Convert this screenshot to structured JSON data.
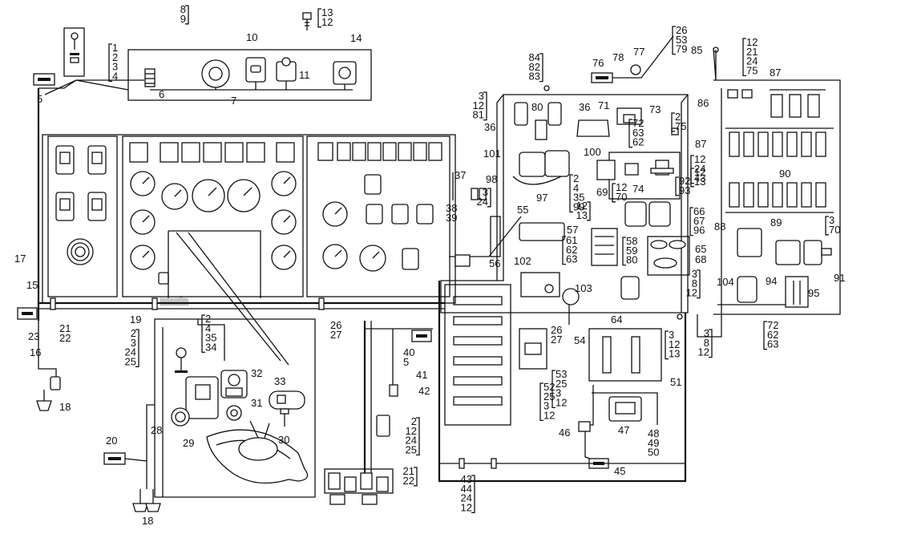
{
  "watermark": "mazin",
  "callouts": [
    {
      "id": "c1",
      "lines": [
        "1",
        "2",
        "3",
        "4"
      ]
    },
    {
      "id": "c5",
      "lines": [
        "5"
      ]
    },
    {
      "id": "c6",
      "lines": [
        "6"
      ]
    },
    {
      "id": "c7",
      "lines": [
        "7"
      ]
    },
    {
      "id": "c8",
      "lines": [
        "8",
        "9"
      ]
    },
    {
      "id": "c10",
      "lines": [
        "10"
      ]
    },
    {
      "id": "c11",
      "lines": [
        "11"
      ]
    },
    {
      "id": "c13",
      "lines": [
        "13",
        "12"
      ]
    },
    {
      "id": "c14",
      "lines": [
        "14"
      ]
    },
    {
      "id": "c15",
      "lines": [
        "15"
      ]
    },
    {
      "id": "c16",
      "lines": [
        "16"
      ]
    },
    {
      "id": "c17",
      "lines": [
        "17"
      ]
    },
    {
      "id": "c18a",
      "lines": [
        "18"
      ]
    },
    {
      "id": "c18b",
      "lines": [
        "18"
      ]
    },
    {
      "id": "c19",
      "lines": [
        "19"
      ]
    },
    {
      "id": "c20",
      "lines": [
        "20"
      ]
    },
    {
      "id": "c21a",
      "lines": [
        "21",
        "22"
      ]
    },
    {
      "id": "c23",
      "lines": [
        "23"
      ]
    },
    {
      "id": "c2a",
      "lines": [
        "2",
        "3",
        "24",
        "25"
      ]
    },
    {
      "id": "c2b",
      "lines": [
        "2",
        "4",
        "35",
        "34"
      ]
    },
    {
      "id": "c26a",
      "lines": [
        "26",
        "27"
      ]
    },
    {
      "id": "c28",
      "lines": [
        "28"
      ]
    },
    {
      "id": "c29",
      "lines": [
        "29"
      ]
    },
    {
      "id": "c30",
      "lines": [
        "30"
      ]
    },
    {
      "id": "c31",
      "lines": [
        "31"
      ]
    },
    {
      "id": "c32",
      "lines": [
        "32"
      ]
    },
    {
      "id": "c33",
      "lines": [
        "33"
      ]
    },
    {
      "id": "c37",
      "lines": [
        "37"
      ]
    },
    {
      "id": "c38",
      "lines": [
        "38",
        "39"
      ]
    },
    {
      "id": "c40",
      "lines": [
        "40",
        "5"
      ]
    },
    {
      "id": "c41",
      "lines": [
        "41"
      ]
    },
    {
      "id": "c42",
      "lines": [
        "42"
      ]
    },
    {
      "id": "c2c",
      "lines": [
        "2",
        "12",
        "24",
        "25"
      ]
    },
    {
      "id": "c21b",
      "lines": [
        "21",
        "22"
      ]
    },
    {
      "id": "c43",
      "lines": [
        "43",
        "44",
        "24",
        "12"
      ]
    },
    {
      "id": "c45",
      "lines": [
        "45"
      ]
    },
    {
      "id": "c46",
      "lines": [
        "46"
      ]
    },
    {
      "id": "c47",
      "lines": [
        "47"
      ]
    },
    {
      "id": "c48",
      "lines": [
        "48",
        "49",
        "50"
      ]
    },
    {
      "id": "c51",
      "lines": [
        "51"
      ]
    },
    {
      "id": "c3a",
      "lines": [
        "3",
        "12",
        "13"
      ]
    },
    {
      "id": "c52",
      "lines": [
        "52",
        "25",
        "3",
        "12"
      ]
    },
    {
      "id": "c53",
      "lines": [
        "53",
        "25",
        "3",
        "12"
      ]
    },
    {
      "id": "c54",
      "lines": [
        "54"
      ]
    },
    {
      "id": "c26b",
      "lines": [
        "26",
        "27"
      ]
    },
    {
      "id": "c55",
      "lines": [
        "55"
      ]
    },
    {
      "id": "c56",
      "lines": [
        "56"
      ]
    },
    {
      "id": "c3b",
      "lines": [
        "3",
        "24"
      ]
    },
    {
      "id": "c61",
      "lines": [
        "61",
        "62",
        "63"
      ]
    },
    {
      "id": "c102",
      "lines": [
        "102"
      ]
    },
    {
      "id": "c103",
      "lines": [
        "103"
      ]
    },
    {
      "id": "c12a",
      "lines": [
        "12",
        "13"
      ]
    },
    {
      "id": "c57",
      "lines": [
        "57"
      ]
    },
    {
      "id": "c58",
      "lines": [
        "58",
        "59",
        "80"
      ]
    },
    {
      "id": "c64",
      "lines": [
        "64"
      ]
    },
    {
      "id": "c65",
      "lines": [
        "65"
      ]
    },
    {
      "id": "c68",
      "lines": [
        "68"
      ]
    },
    {
      "id": "c66",
      "lines": [
        "66",
        "67",
        "96"
      ]
    },
    {
      "id": "c3c",
      "lines": [
        "3",
        "8",
        "12"
      ]
    },
    {
      "id": "c104",
      "lines": [
        "104"
      ]
    },
    {
      "id": "c3d",
      "lines": [
        "3",
        "8",
        "12"
      ]
    },
    {
      "id": "c72",
      "lines": [
        "72",
        "62",
        "63"
      ]
    },
    {
      "id": "c94",
      "lines": [
        "94"
      ]
    },
    {
      "id": "c95",
      "lines": [
        "95"
      ]
    },
    {
      "id": "c91",
      "lines": [
        "91"
      ]
    },
    {
      "id": "c88",
      "lines": [
        "88"
      ]
    },
    {
      "id": "c89",
      "lines": [
        "89"
      ]
    },
    {
      "id": "c3e",
      "lines": [
        "3",
        "70"
      ]
    },
    {
      "id": "c90",
      "lines": [
        "90"
      ]
    },
    {
      "id": "c87a",
      "lines": [
        "87"
      ]
    },
    {
      "id": "c87b",
      "lines": [
        "87"
      ]
    },
    {
      "id": "c12b",
      "lines": [
        "12",
        "24",
        "43"
      ]
    },
    {
      "id": "c12c",
      "lines": [
        "12",
        "13"
      ]
    },
    {
      "id": "c86",
      "lines": [
        "86"
      ]
    },
    {
      "id": "c85",
      "lines": [
        "85"
      ]
    },
    {
      "id": "c12d",
      "lines": [
        "12",
        "21",
        "24",
        "75"
      ]
    },
    {
      "id": "c26c",
      "lines": [
        "26",
        "53",
        "79"
      ]
    },
    {
      "id": "c78",
      "lines": [
        "78"
      ]
    },
    {
      "id": "c77",
      "lines": [
        "77"
      ]
    },
    {
      "id": "c76",
      "lines": [
        "76"
      ]
    },
    {
      "id": "c84",
      "lines": [
        "84",
        "82",
        "83"
      ]
    },
    {
      "id": "c3f",
      "lines": [
        "3",
        "12",
        "81"
      ]
    },
    {
      "id": "c36a",
      "lines": [
        "36"
      ]
    },
    {
      "id": "c80",
      "lines": [
        "80"
      ]
    },
    {
      "id": "c36b",
      "lines": [
        "36"
      ]
    },
    {
      "id": "c71",
      "lines": [
        "71"
      ]
    },
    {
      "id": "c73",
      "lines": [
        "73"
      ]
    },
    {
      "id": "c72b",
      "lines": [
        "72",
        "63",
        "62"
      ]
    },
    {
      "id": "c2d",
      "lines": [
        "2",
        "75"
      ]
    },
    {
      "id": "c100",
      "lines": [
        "100"
      ]
    },
    {
      "id": "c101",
      "lines": [
        "101"
      ]
    },
    {
      "id": "c98",
      "lines": [
        "98"
      ]
    },
    {
      "id": "c97",
      "lines": [
        "97"
      ]
    },
    {
      "id": "c2e",
      "lines": [
        "2",
        "4",
        "35",
        "99"
      ]
    },
    {
      "id": "c69",
      "lines": [
        "69"
      ]
    },
    {
      "id": "c12e",
      "lines": [
        "12",
        "70"
      ]
    },
    {
      "id": "c74",
      "lines": [
        "74"
      ]
    },
    {
      "id": "c92",
      "lines": [
        "92",
        "93"
      ]
    }
  ]
}
